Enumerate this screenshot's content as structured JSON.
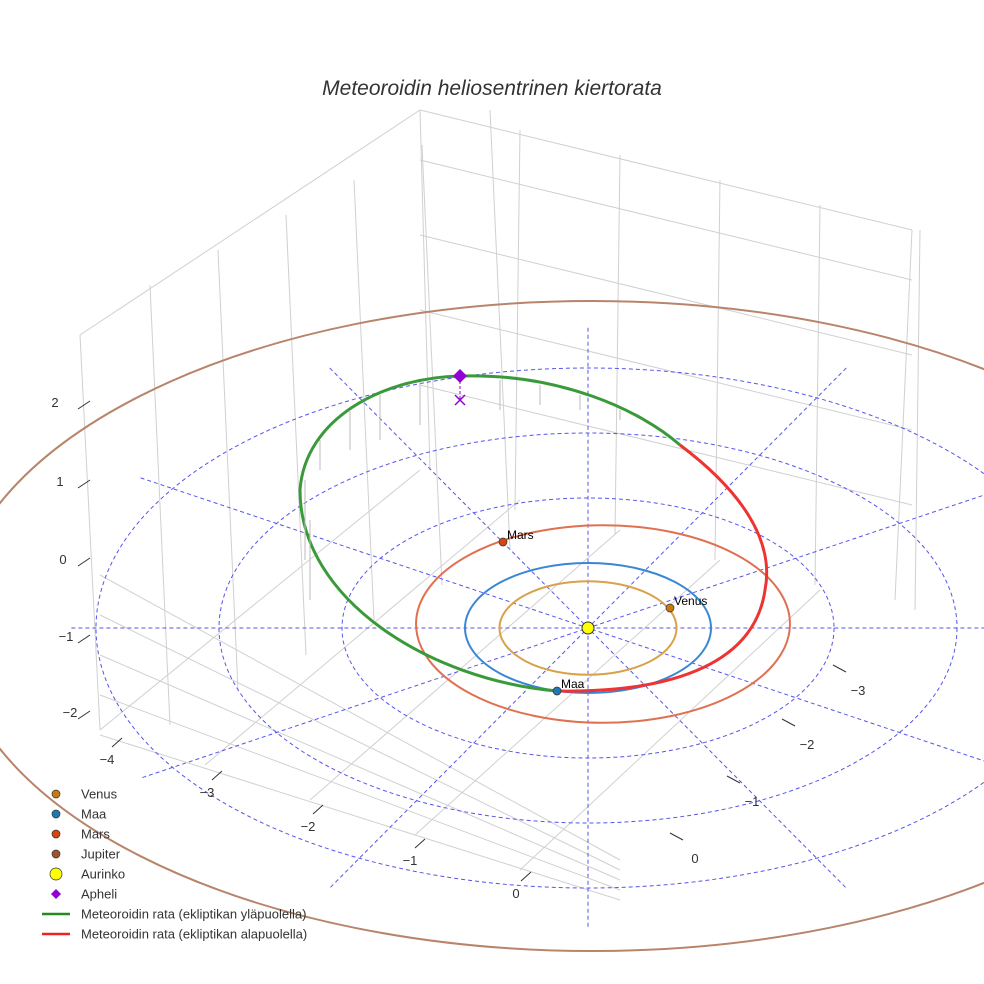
{
  "chart_data": {
    "type": "scatter3d",
    "title": "Meteoroidin heliosentrinen kiertorata",
    "axes": {
      "x": {
        "ticks": [
          "−4",
          "−3",
          "−2",
          "−1",
          "0"
        ]
      },
      "y": {
        "ticks": [
          "−3",
          "−2",
          "−1",
          "0"
        ]
      },
      "z": {
        "ticks": [
          "2",
          "1",
          "0",
          "−1",
          "−2"
        ]
      }
    },
    "planets": [
      {
        "name": "Venus",
        "orbit_au": 0.72,
        "color": "#c97a0e",
        "orbit_color": "#d9a24a",
        "label": "Venus"
      },
      {
        "name": "Maa",
        "orbit_au": 1.0,
        "color": "#1f77b4",
        "orbit_color": "#3a86d6",
        "label": "Maa"
      },
      {
        "name": "Mars",
        "orbit_au": 1.52,
        "color": "#d4470f",
        "orbit_color": "#e07050",
        "label": "Mars"
      },
      {
        "name": "Jupiter",
        "orbit_au": 5.2,
        "color": "#a0522d",
        "orbit_color": "#b8846a",
        "label": ""
      }
    ],
    "sun": {
      "name": "Aurinko",
      "color": "#ffff00"
    },
    "aphelion": {
      "name": "Apheli",
      "color": "#9400d3"
    },
    "ecliptic_grid": {
      "rings_au": [
        1,
        2,
        3,
        4
      ],
      "spoke_step_deg": 30,
      "color": "#5555ee"
    },
    "legend": {
      "placement": "bottom-left",
      "items": [
        {
          "label": "Venus",
          "symbol": "circle",
          "color": "#c97a0e"
        },
        {
          "label": "Maa",
          "symbol": "circle",
          "color": "#1f77b4"
        },
        {
          "label": "Mars",
          "symbol": "circle",
          "color": "#d4470f"
        },
        {
          "label": "Jupiter",
          "symbol": "circle",
          "color": "#a0522d"
        },
        {
          "label": "Aurinko",
          "symbol": "circle-large",
          "color": "#ffff00"
        },
        {
          "label": "Apheli",
          "symbol": "diamond",
          "color": "#9400d3"
        },
        {
          "label": "Meteoroidin rata (ekliptikan yläpuolella)",
          "symbol": "line",
          "color": "#228b22"
        },
        {
          "label": "Meteoroidin rata (ekliptikan alapuolella)",
          "symbol": "line",
          "color": "#ee2222"
        }
      ]
    }
  }
}
